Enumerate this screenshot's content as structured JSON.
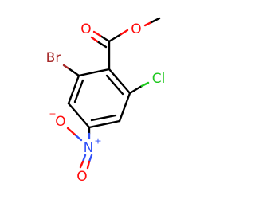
{
  "molecule": {
    "atoms": {
      "o_carbonyl": {
        "symbol": "O",
        "color": "#ff0d0d"
      },
      "o_ester": {
        "symbol": "O",
        "color": "#ff0d0d"
      },
      "br": {
        "symbol": "Br",
        "color": "#a62929"
      },
      "cl": {
        "symbol": "Cl",
        "color": "#1fc81f"
      },
      "o_nitro_minus": {
        "symbol": "O",
        "charge": "−",
        "color": "#ff0d0d"
      },
      "n_nitro": {
        "symbol": "N",
        "charge": "+",
        "color": "#3050f8"
      },
      "o_nitro": {
        "symbol": "O",
        "color": "#ff0d0d"
      }
    }
  }
}
